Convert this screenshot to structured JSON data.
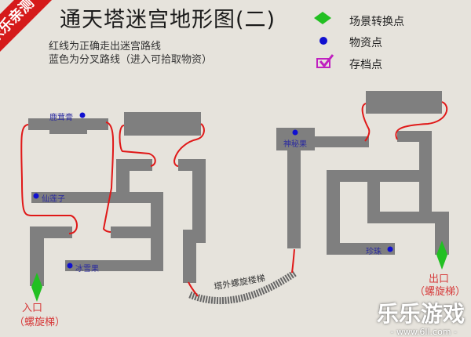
{
  "title": "通天塔迷宫地形图(二)",
  "notes": [
    "红线为正确走出迷宫路线",
    "蓝色为分叉路线（进入可拾取物资）"
  ],
  "legend": [
    {
      "icon": "green-diamond-icon",
      "label": "场景转换点"
    },
    {
      "icon": "blue-dot-icon",
      "label": "物资点"
    },
    {
      "icon": "checkbox-icon",
      "label": "存档点"
    }
  ],
  "items": [
    "鹿茸膏",
    "仙莲子",
    "冰雪果",
    "神秘果",
    "珍珠"
  ],
  "stair_label": "塔外螺旋楼梯",
  "entrance": {
    "label": "入口",
    "sub": "（螺旋梯）"
  },
  "exit": {
    "label": "出口",
    "sub": "（螺旋梯）"
  },
  "banner": "乐乐亲测",
  "watermark": {
    "brand": "乐乐游戏",
    "url": "- www.6ll.com -"
  },
  "colors": {
    "path": "#7f7f7f",
    "route": "#e01818",
    "item": "#1010d0",
    "warp": "#22c022"
  }
}
